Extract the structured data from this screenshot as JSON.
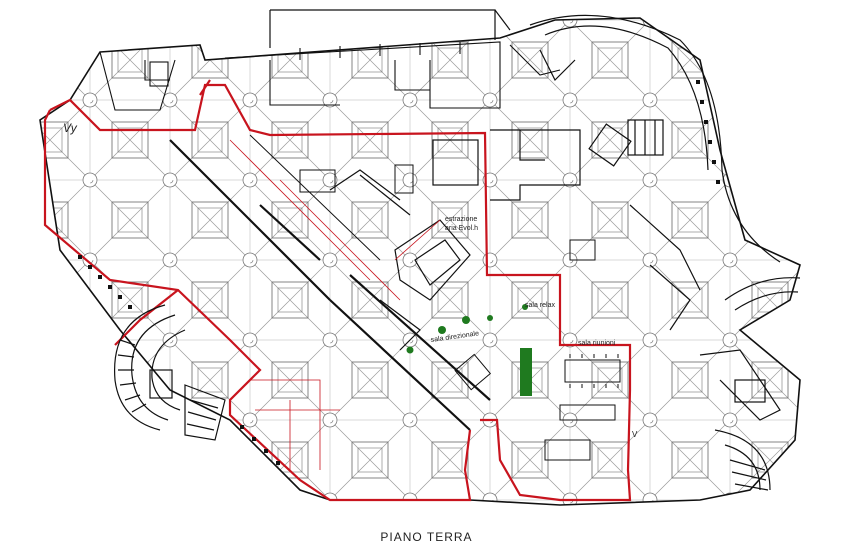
{
  "drawing": {
    "title": "PIANO  TERRA"
  },
  "labels": {
    "estrazione_line1": "estrazione",
    "estrazione_line2": "aria Evol.h",
    "sala_relax": "sala relax",
    "sala_direzionale": "sala direzionale",
    "sala_riunioni": "sala riunioni",
    "vy": "Vy",
    "v_mark": "V"
  },
  "colors": {
    "wall": "#111111",
    "grid": "#8a8a8a",
    "boundary": "#c8141e",
    "plant": "#1f7a1f"
  },
  "icons": {
    "north_marker": "vy-marker",
    "plants": "plant-icon",
    "columns": "column-icon"
  }
}
